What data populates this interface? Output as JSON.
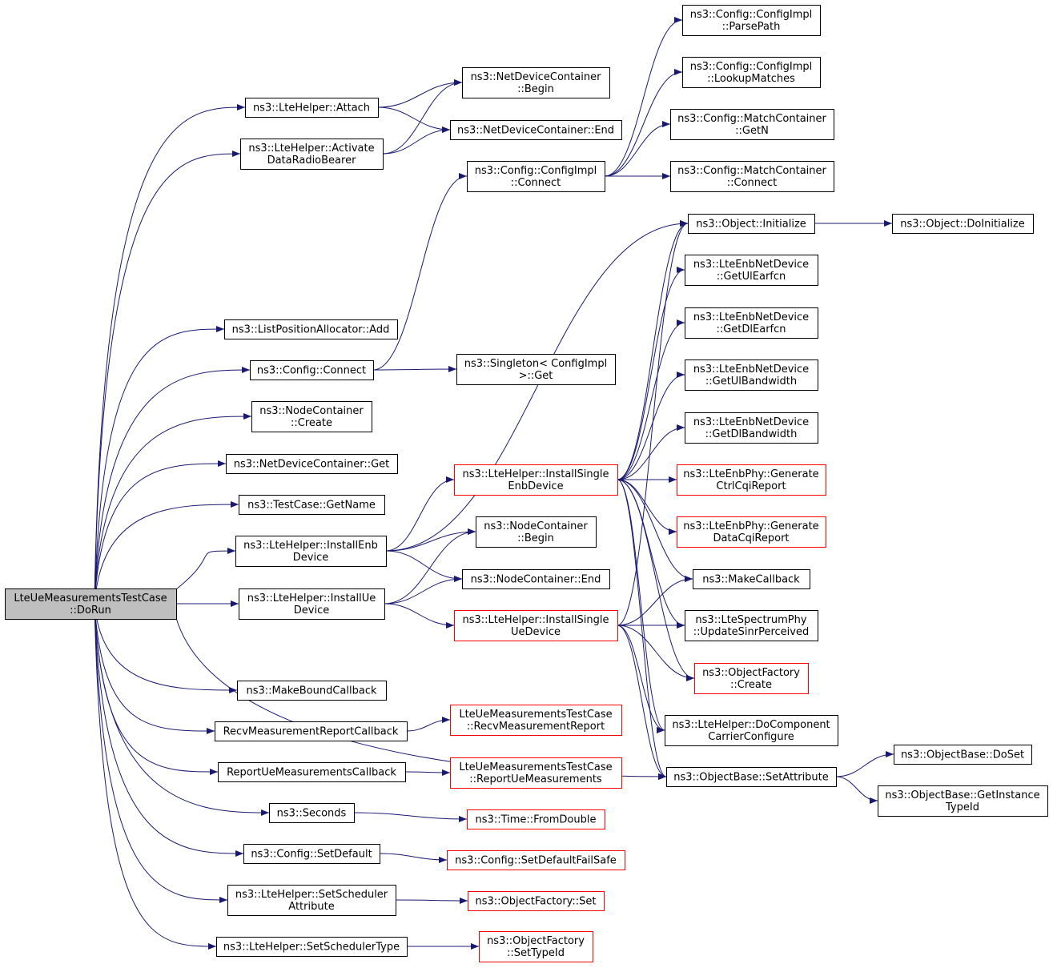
{
  "colors": {
    "edge": "#191970",
    "node_border": "#000000",
    "node_border_truncated": "#ff0000",
    "root_fill": "#bfbfbf",
    "node_fill": "#ffffff"
  },
  "nodes": [
    {
      "id": "root",
      "lines": [
        "LteUeMeasurementsTestCase",
        "::DoRun"
      ],
      "style": "root"
    },
    {
      "id": "attach",
      "lines": [
        "ns3::LteHelper::Attach"
      ],
      "style": "normal"
    },
    {
      "id": "activate",
      "lines": [
        "ns3::LteHelper::Activate",
        "DataRadioBearer"
      ],
      "style": "normal"
    },
    {
      "id": "listadd",
      "lines": [
        "ns3::ListPositionAllocator::Add"
      ],
      "style": "normal"
    },
    {
      "id": "cfgconnect",
      "lines": [
        "ns3::Config::Connect"
      ],
      "style": "normal"
    },
    {
      "id": "nccreate",
      "lines": [
        "ns3::NodeContainer",
        "::Create"
      ],
      "style": "normal"
    },
    {
      "id": "ndcget",
      "lines": [
        "ns3::NetDeviceContainer::Get"
      ],
      "style": "normal"
    },
    {
      "id": "getname",
      "lines": [
        "ns3::TestCase::GetName"
      ],
      "style": "normal"
    },
    {
      "id": "installenb",
      "lines": [
        "ns3::LteHelper::InstallEnb",
        "Device"
      ],
      "style": "normal"
    },
    {
      "id": "installue",
      "lines": [
        "ns3::LteHelper::InstallUe",
        "Device"
      ],
      "style": "normal"
    },
    {
      "id": "makebound",
      "lines": [
        "ns3::MakeBoundCallback"
      ],
      "style": "normal"
    },
    {
      "id": "recvcb",
      "lines": [
        "RecvMeasurementReportCallback"
      ],
      "style": "normal"
    },
    {
      "id": "reportcb",
      "lines": [
        "ReportUeMeasurementsCallback"
      ],
      "style": "normal"
    },
    {
      "id": "seconds",
      "lines": [
        "ns3::Seconds"
      ],
      "style": "normal"
    },
    {
      "id": "setdefault",
      "lines": [
        "ns3::Config::SetDefault"
      ],
      "style": "normal"
    },
    {
      "id": "schedattr",
      "lines": [
        "ns3::LteHelper::SetScheduler",
        "Attribute"
      ],
      "style": "normal"
    },
    {
      "id": "schedtype",
      "lines": [
        "ns3::LteHelper::SetSchedulerType"
      ],
      "style": "normal"
    },
    {
      "id": "ndcbegin",
      "lines": [
        "ns3::NetDeviceContainer",
        "::Begin"
      ],
      "style": "normal"
    },
    {
      "id": "ndcend",
      "lines": [
        "ns3::NetDeviceContainer::End"
      ],
      "style": "normal"
    },
    {
      "id": "implconnect",
      "lines": [
        "ns3::Config::ConfigImpl",
        "::Connect"
      ],
      "style": "normal"
    },
    {
      "id": "singletonget",
      "lines": [
        "ns3::Singleton< ConfigImpl",
        ">::Get"
      ],
      "style": "normal"
    },
    {
      "id": "installsingleenb",
      "lines": [
        "ns3::LteHelper::InstallSingle",
        "EnbDevice"
      ],
      "style": "truncated"
    },
    {
      "id": "ncbegin",
      "lines": [
        "ns3::NodeContainer",
        "::Begin"
      ],
      "style": "normal"
    },
    {
      "id": "ncend",
      "lines": [
        "ns3::NodeContainer::End"
      ],
      "style": "normal"
    },
    {
      "id": "installsingleue",
      "lines": [
        "ns3::LteHelper::InstallSingle",
        "UeDevice"
      ],
      "style": "truncated"
    },
    {
      "id": "recvreport",
      "lines": [
        "LteUeMeasurementsTestCase",
        "::RecvMeasurementReport"
      ],
      "style": "truncated"
    },
    {
      "id": "reportue",
      "lines": [
        "LteUeMeasurementsTestCase",
        "::ReportUeMeasurements"
      ],
      "style": "truncated"
    },
    {
      "id": "fromdouble",
      "lines": [
        "ns3::Time::FromDouble"
      ],
      "style": "truncated"
    },
    {
      "id": "setdefaultfs",
      "lines": [
        "ns3::Config::SetDefaultFailSafe"
      ],
      "style": "truncated"
    },
    {
      "id": "ofset",
      "lines": [
        "ns3::ObjectFactory::Set"
      ],
      "style": "truncated"
    },
    {
      "id": "ofsettypeid",
      "lines": [
        "ns3::ObjectFactory",
        "::SetTypeId"
      ],
      "style": "truncated"
    },
    {
      "id": "parsepath",
      "lines": [
        "ns3::Config::ConfigImpl",
        "::ParsePath"
      ],
      "style": "normal"
    },
    {
      "id": "lookup",
      "lines": [
        "ns3::Config::ConfigImpl",
        "::LookupMatches"
      ],
      "style": "normal"
    },
    {
      "id": "mcgetn",
      "lines": [
        "ns3::Config::MatchContainer",
        "::GetN"
      ],
      "style": "normal"
    },
    {
      "id": "mcconnect",
      "lines": [
        "ns3::Config::MatchContainer",
        "::Connect"
      ],
      "style": "normal"
    },
    {
      "id": "objinit",
      "lines": [
        "ns3::Object::Initialize"
      ],
      "style": "normal"
    },
    {
      "id": "getulearfcn",
      "lines": [
        "ns3::LteEnbNetDevice",
        "::GetUlEarfcn"
      ],
      "style": "normal"
    },
    {
      "id": "getdlearfcn",
      "lines": [
        "ns3::LteEnbNetDevice",
        "::GetDlEarfcn"
      ],
      "style": "normal"
    },
    {
      "id": "getulbw",
      "lines": [
        "ns3::LteEnbNetDevice",
        "::GetUlBandwidth"
      ],
      "style": "normal"
    },
    {
      "id": "getdlbw",
      "lines": [
        "ns3::LteEnbNetDevice",
        "::GetDlBandwidth"
      ],
      "style": "normal"
    },
    {
      "id": "genctrl",
      "lines": [
        "ns3::LteEnbPhy::Generate",
        "CtrlCqiReport"
      ],
      "style": "truncated"
    },
    {
      "id": "gendata",
      "lines": [
        "ns3::LteEnbPhy::Generate",
        "DataCqiReport"
      ],
      "style": "truncated"
    },
    {
      "id": "makecb",
      "lines": [
        "ns3::MakeCallback"
      ],
      "style": "normal"
    },
    {
      "id": "updatesinr",
      "lines": [
        "ns3::LteSpectrumPhy",
        "::UpdateSinrPerceived"
      ],
      "style": "normal"
    },
    {
      "id": "ofcreate",
      "lines": [
        "ns3::ObjectFactory",
        "::Create"
      ],
      "style": "truncated"
    },
    {
      "id": "docomp",
      "lines": [
        "ns3::LteHelper::DoComponent",
        "CarrierConfigure"
      ],
      "style": "normal"
    },
    {
      "id": "setattr",
      "lines": [
        "ns3::ObjectBase::SetAttribute"
      ],
      "style": "normal"
    },
    {
      "id": "doinit",
      "lines": [
        "ns3::Object::DoInitialize"
      ],
      "style": "normal"
    },
    {
      "id": "doset",
      "lines": [
        "ns3::ObjectBase::DoSet"
      ],
      "style": "normal"
    },
    {
      "id": "getinst",
      "lines": [
        "ns3::ObjectBase::GetInstance",
        "TypeId"
      ],
      "style": "normal"
    }
  ],
  "edges": [
    [
      "root",
      "attach"
    ],
    [
      "root",
      "activate"
    ],
    [
      "root",
      "listadd"
    ],
    [
      "root",
      "cfgconnect"
    ],
    [
      "root",
      "nccreate"
    ],
    [
      "root",
      "ndcget"
    ],
    [
      "root",
      "getname"
    ],
    [
      "root",
      "installenb"
    ],
    [
      "root",
      "installue"
    ],
    [
      "root",
      "makebound"
    ],
    [
      "root",
      "recvcb"
    ],
    [
      "root",
      "reportcb"
    ],
    [
      "root",
      "seconds"
    ],
    [
      "root",
      "setdefault"
    ],
    [
      "root",
      "schedattr"
    ],
    [
      "root",
      "schedtype"
    ],
    [
      "root",
      "setattr"
    ],
    [
      "attach",
      "ndcbegin"
    ],
    [
      "attach",
      "ndcend"
    ],
    [
      "activate",
      "ndcbegin"
    ],
    [
      "activate",
      "ndcend"
    ],
    [
      "cfgconnect",
      "implconnect"
    ],
    [
      "cfgconnect",
      "singletonget"
    ],
    [
      "implconnect",
      "parsepath"
    ],
    [
      "implconnect",
      "lookup"
    ],
    [
      "implconnect",
      "mcgetn"
    ],
    [
      "implconnect",
      "mcconnect"
    ],
    [
      "installenb",
      "objinit"
    ],
    [
      "installenb",
      "installsingleenb"
    ],
    [
      "installenb",
      "ncbegin"
    ],
    [
      "installenb",
      "ncend"
    ],
    [
      "installue",
      "ncbegin"
    ],
    [
      "installue",
      "ncend"
    ],
    [
      "installue",
      "installsingleue"
    ],
    [
      "installsingleenb",
      "objinit"
    ],
    [
      "installsingleenb",
      "getulearfcn"
    ],
    [
      "installsingleenb",
      "getdlearfcn"
    ],
    [
      "installsingleenb",
      "getulbw"
    ],
    [
      "installsingleenb",
      "getdlbw"
    ],
    [
      "installsingleenb",
      "genctrl"
    ],
    [
      "installsingleenb",
      "gendata"
    ],
    [
      "installsingleenb",
      "makecb"
    ],
    [
      "installsingleenb",
      "updatesinr"
    ],
    [
      "installsingleenb",
      "ofcreate"
    ],
    [
      "installsingleenb",
      "docomp"
    ],
    [
      "installsingleenb",
      "setattr"
    ],
    [
      "installsingleue",
      "makecb"
    ],
    [
      "installsingleue",
      "updatesinr"
    ],
    [
      "installsingleue",
      "ofcreate"
    ],
    [
      "installsingleue",
      "docomp"
    ],
    [
      "installsingleue",
      "setattr"
    ],
    [
      "installsingleue",
      "objinit"
    ],
    [
      "recvcb",
      "recvreport"
    ],
    [
      "reportcb",
      "reportue"
    ],
    [
      "seconds",
      "fromdouble"
    ],
    [
      "setdefault",
      "setdefaultfs"
    ],
    [
      "schedattr",
      "ofset"
    ],
    [
      "schedtype",
      "ofsettypeid"
    ],
    [
      "objinit",
      "doinit"
    ],
    [
      "setattr",
      "doset"
    ],
    [
      "setattr",
      "getinst"
    ]
  ]
}
